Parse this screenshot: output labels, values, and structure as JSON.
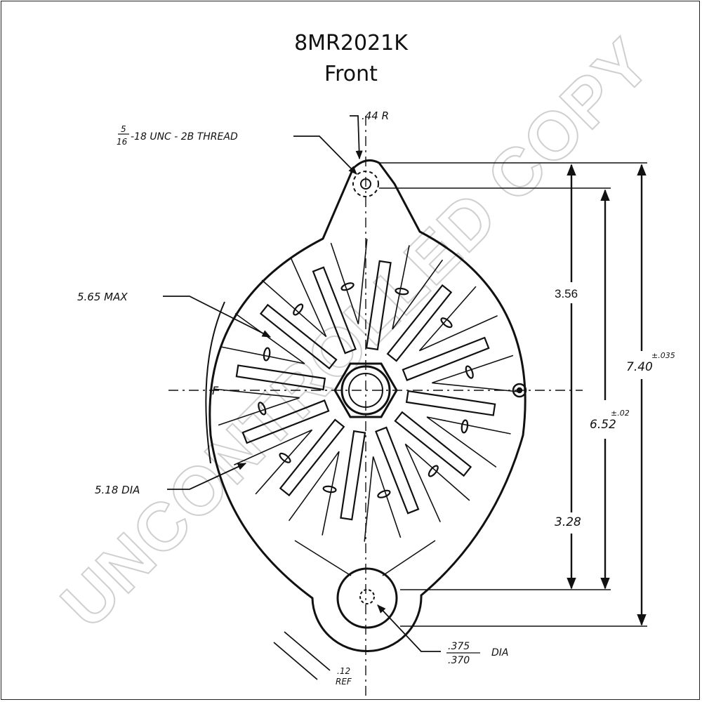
{
  "title": {
    "part_number": "8MR2021K",
    "view": "Front"
  },
  "watermark": "UNCONTROLLED COPY",
  "annotations": {
    "top_offset": ".44 R",
    "thread_num": "5",
    "thread_den": "16",
    "thread": "-18 UNC - 2B THREAD",
    "max_width": "5.65 MAX",
    "dia_518": "5.18 DIA",
    "bolt_dia_num": ".375",
    "bolt_dia_den": ".370",
    "bolt_dia_unit": "DIA",
    "ref_num": ".12",
    "ref_unit": "REF",
    "flat_mark": "F"
  },
  "dimensions": {
    "upper": "3.56",
    "lower": "3.28",
    "middle": "6.52",
    "middle_tol": "±.02",
    "overall": "7.40",
    "overall_tol": "±.035"
  },
  "colors": {
    "ink": "#111111",
    "watermark": "#cfcfcf"
  }
}
